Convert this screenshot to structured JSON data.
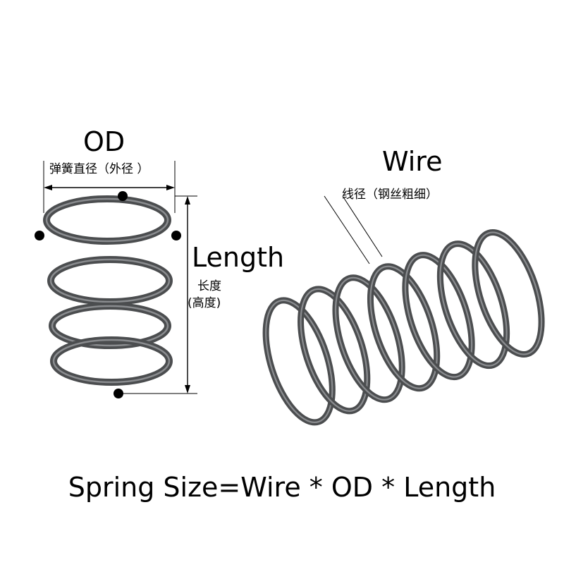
{
  "od": {
    "title": "OD",
    "subtitle": "弹簧直径（外径 ）"
  },
  "length": {
    "title": "Length",
    "subtitle_line1": "长度",
    "subtitle_line2": "(高度)"
  },
  "wire": {
    "title": "Wire",
    "subtitle": "线径（钢丝粗细）"
  },
  "formula": "Spring Size=Wire * OD * Length",
  "colors": {
    "spring_steel": "#4b4d4f",
    "spring_highlight": "#8a8c8f",
    "annotation": "#000000",
    "background": "#ffffff"
  }
}
